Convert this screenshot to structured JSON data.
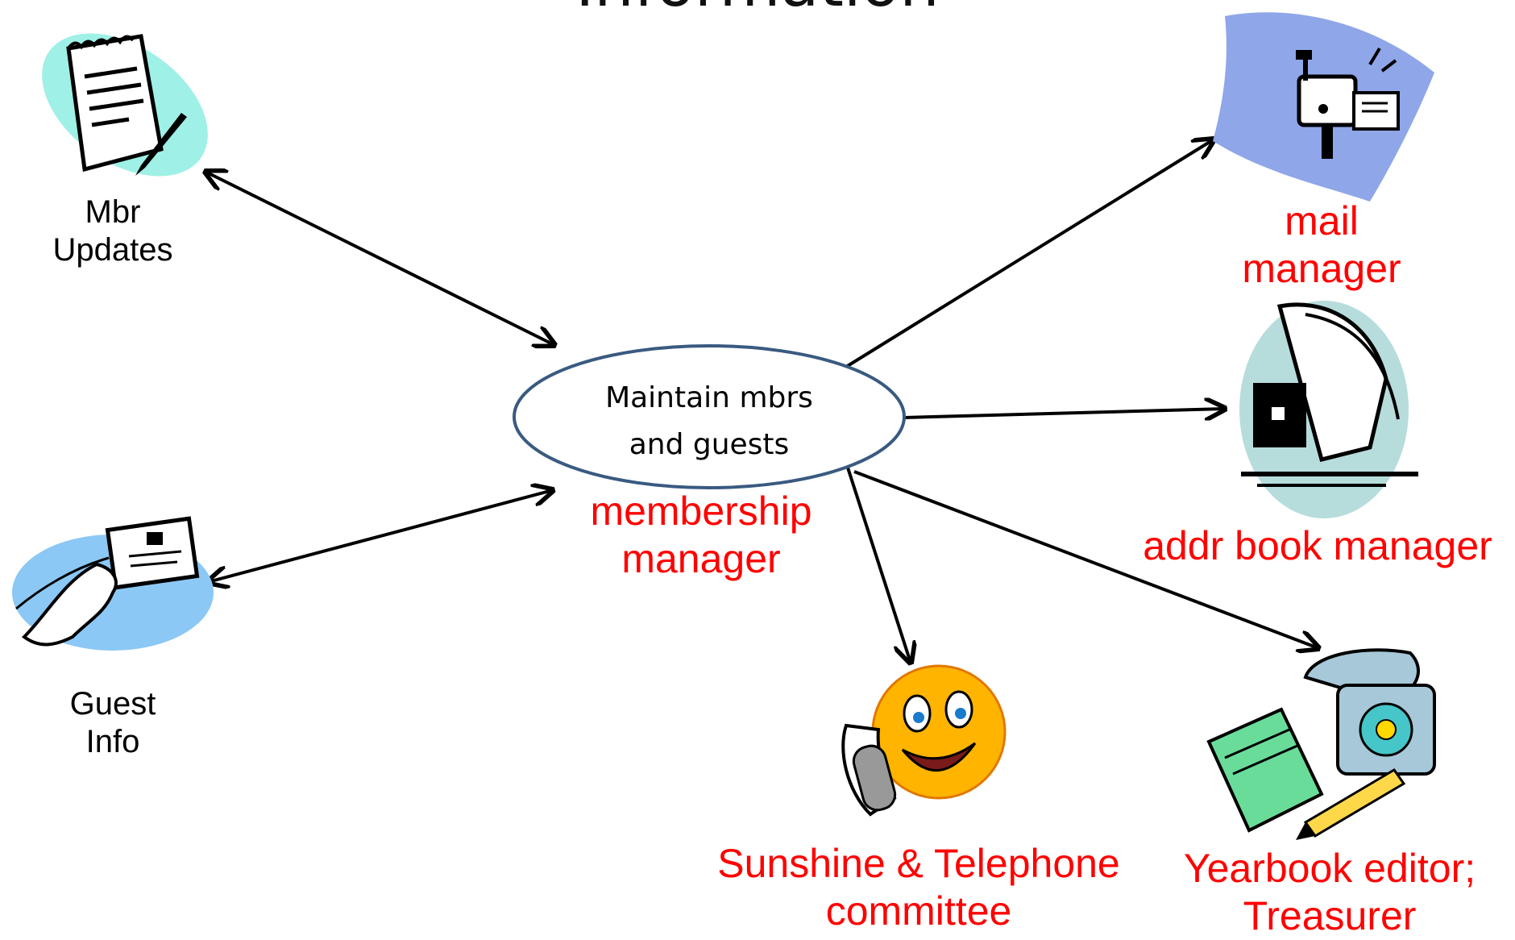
{
  "title": "Information",
  "central_node": {
    "line1": "Maintain mbrs",
    "line2": "and guests",
    "role": "membership\nmanager"
  },
  "nodes": {
    "mbr_updates": {
      "label": "Mbr\nUpdates",
      "icon": "notepad-icon"
    },
    "guest_info": {
      "label": "Guest\nInfo",
      "icon": "id-card-icon"
    },
    "mail_manager": {
      "label": "mail\nmanager",
      "icon": "mailbox-icon"
    },
    "addr_book_manager": {
      "label": "addr book manager",
      "icon": "address-book-icon"
    },
    "sunshine": {
      "label": "Sunshine & Telephone\ncommittee",
      "icon": "smiley-phone-icon"
    },
    "yearbook": {
      "label": "Yearbook editor;\nTreasurer",
      "icon": "phone-notebook-icon"
    }
  },
  "colors": {
    "role_text": "#ff0000",
    "node_stroke": "#3a5a80",
    "arrow": "#000000"
  }
}
